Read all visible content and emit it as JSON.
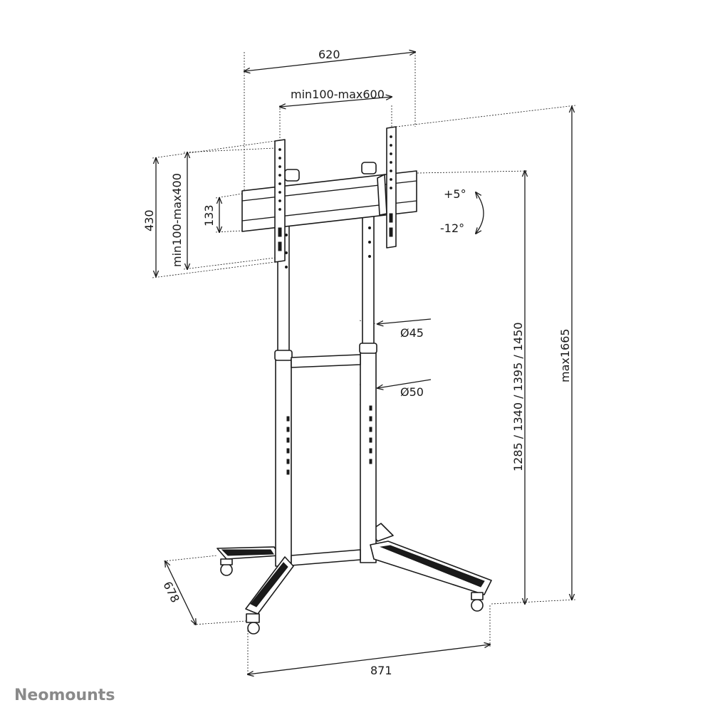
{
  "dimensions": {
    "width_total": "620",
    "vesa_horizontal": "min100-max600",
    "height_total": "430",
    "vesa_vertical": "min100-max400",
    "rail_height": "133",
    "tilt_up": "+5°",
    "tilt_down": "-12°",
    "pole_upper_diameter": "Ø45",
    "pole_lower_diameter": "Ø50",
    "center_heights": "1285 / 1340 / 1395 / 1450",
    "max_height": "max1665",
    "depth": "678",
    "base_width": "871"
  },
  "brand": "Neomounts",
  "colors": {
    "line": "#1a1a1a",
    "logo": "#8a8a8a"
  }
}
